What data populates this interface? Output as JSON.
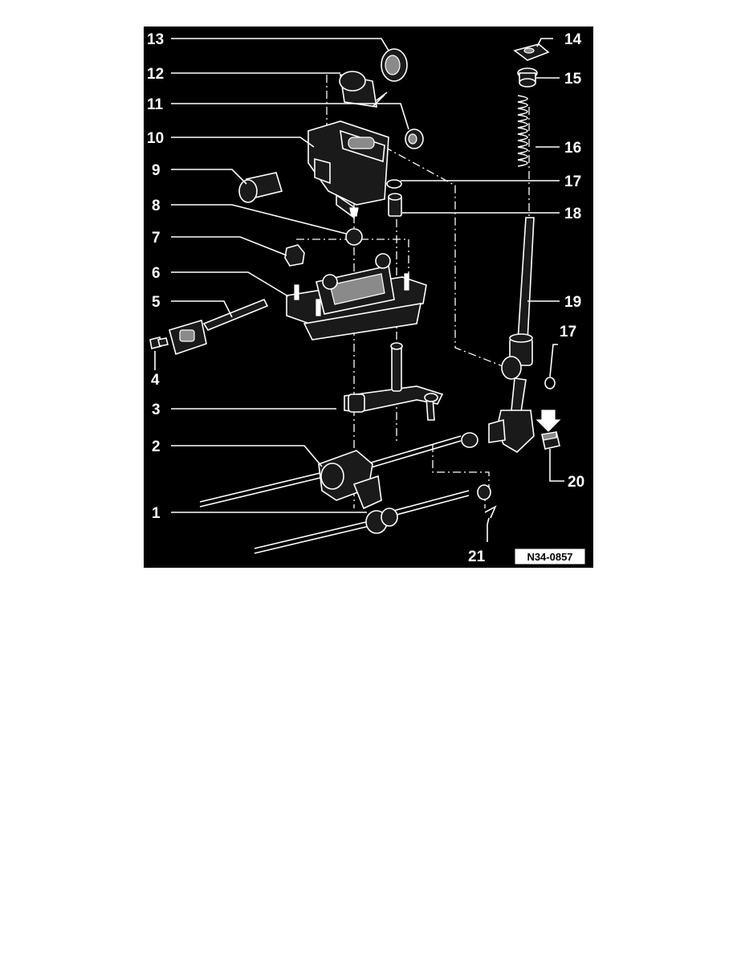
{
  "diagram": {
    "figure_code": "N34-0857",
    "callouts": [
      {
        "id": "13",
        "label": "13"
      },
      {
        "id": "12",
        "label": "12"
      },
      {
        "id": "11",
        "label": "11"
      },
      {
        "id": "10",
        "label": "10"
      },
      {
        "id": "9",
        "label": "9"
      },
      {
        "id": "8",
        "label": "8"
      },
      {
        "id": "7",
        "label": "7"
      },
      {
        "id": "6",
        "label": "6"
      },
      {
        "id": "5",
        "label": "5"
      },
      {
        "id": "4",
        "label": "4"
      },
      {
        "id": "3",
        "label": "3"
      },
      {
        "id": "2",
        "label": "2"
      },
      {
        "id": "1",
        "label": "1"
      },
      {
        "id": "14",
        "label": "14"
      },
      {
        "id": "15",
        "label": "15"
      },
      {
        "id": "16",
        "label": "16"
      },
      {
        "id": "17a",
        "label": "17"
      },
      {
        "id": "18",
        "label": "18"
      },
      {
        "id": "19",
        "label": "19"
      },
      {
        "id": "17b",
        "label": "17"
      },
      {
        "id": "20",
        "label": "20"
      },
      {
        "id": "21",
        "label": "21"
      }
    ],
    "colors": {
      "background": "#000000",
      "linework": "#ffffff",
      "page": "#ffffff"
    }
  }
}
